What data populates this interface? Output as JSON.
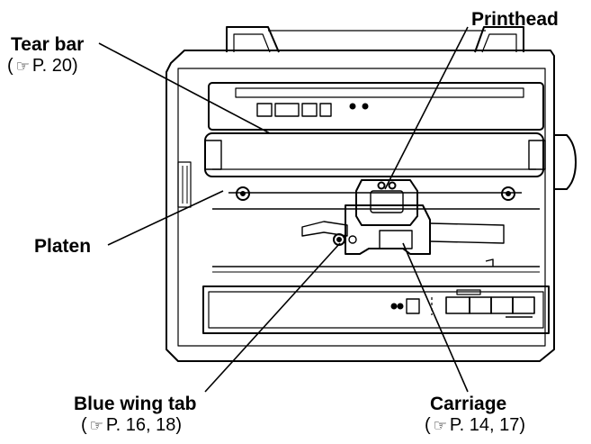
{
  "labels": {
    "tear_bar": "Tear bar",
    "tear_bar_ref": "P. 20",
    "printhead": "Printhead",
    "platen": "Platen",
    "blue_wing_tab": "Blue wing tab",
    "blue_wing_tab_ref": "P. 16, 18",
    "carriage": "Carriage",
    "carriage_ref": "P. 14, 17"
  },
  "reference_icon": "pointing-hand-icon"
}
